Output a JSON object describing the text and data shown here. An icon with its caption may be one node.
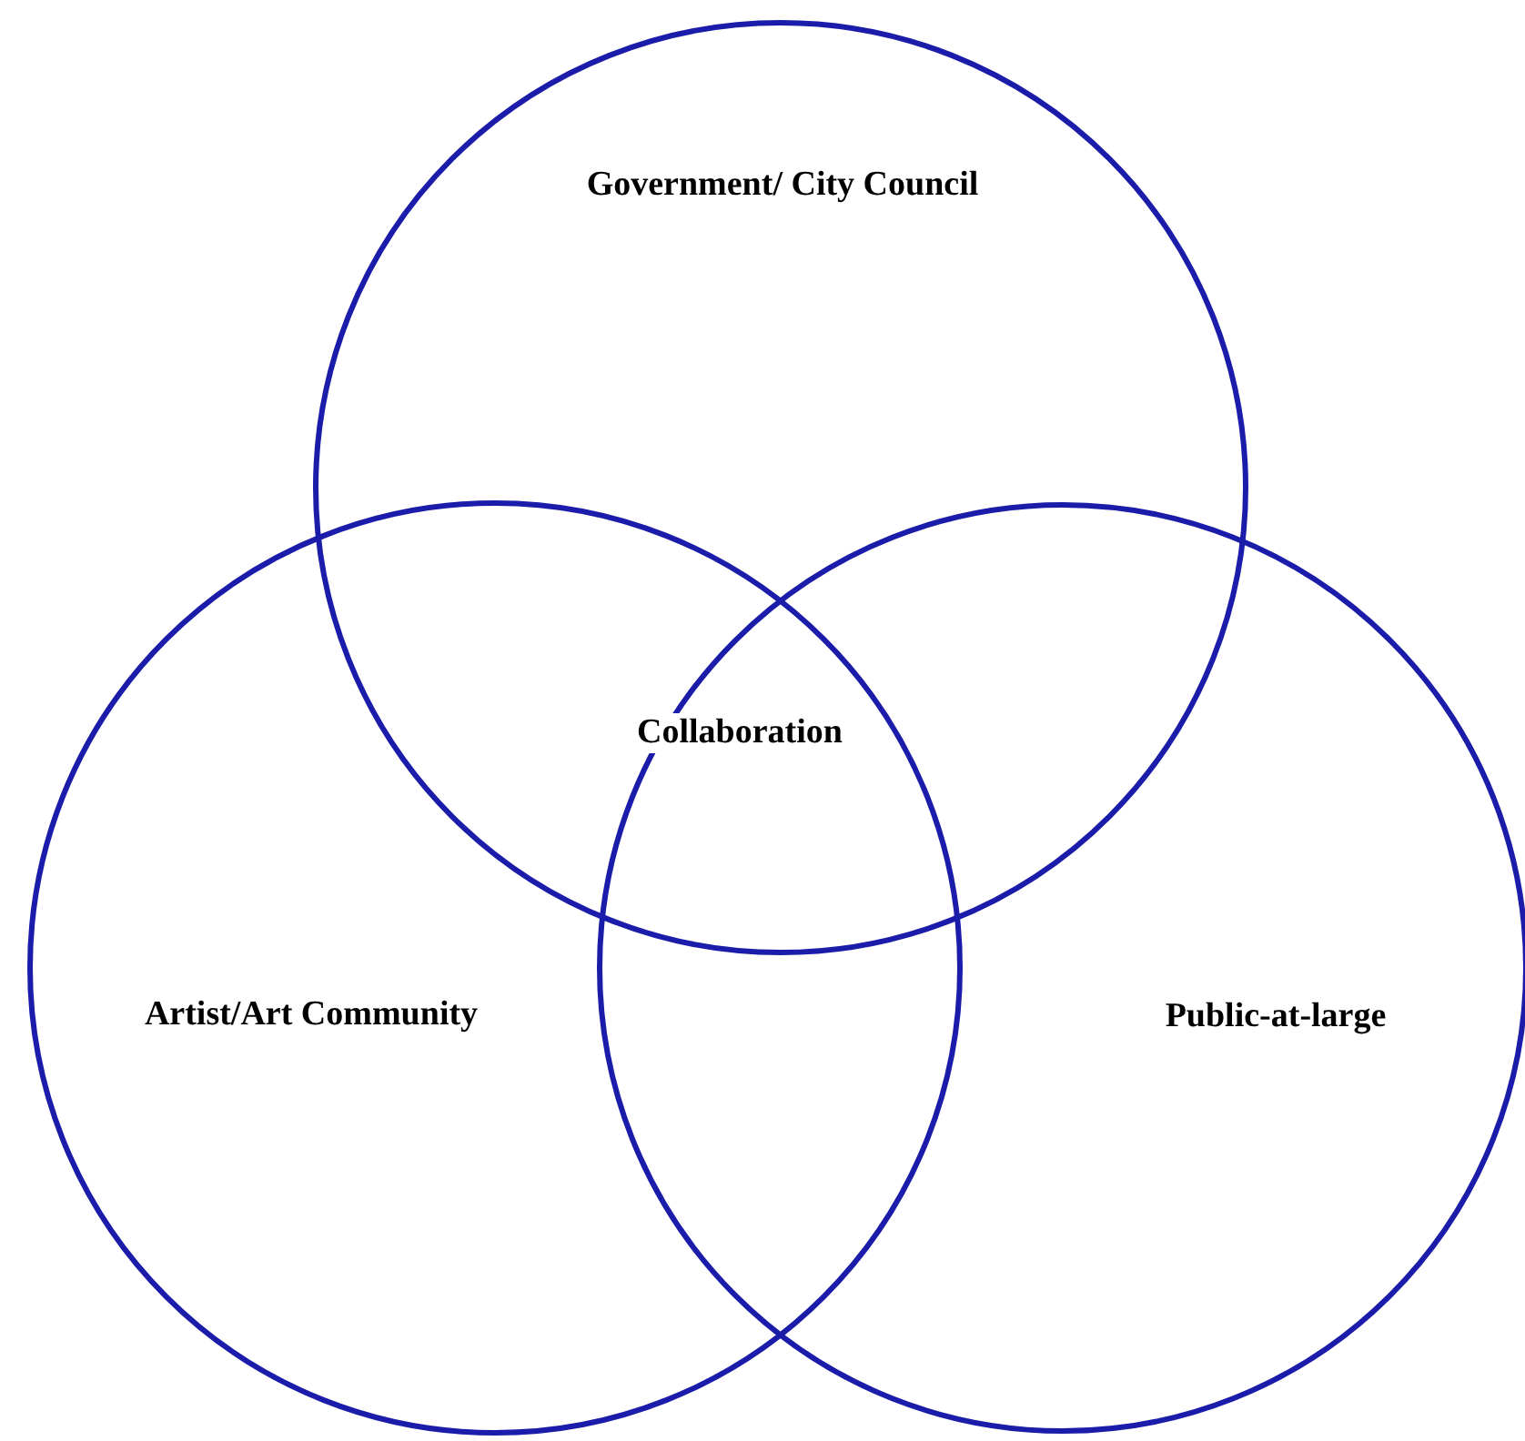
{
  "diagram": {
    "nodes": [
      {
        "text": [
          "Government/ City Council"
        ]
      },
      {
        "text": [
          "Artist/Art Community"
        ]
      },
      {
        "text": [
          "Public-at-large"
        ]
      }
    ],
    "labels": [
      "Collaboration"
    ]
  }
}
